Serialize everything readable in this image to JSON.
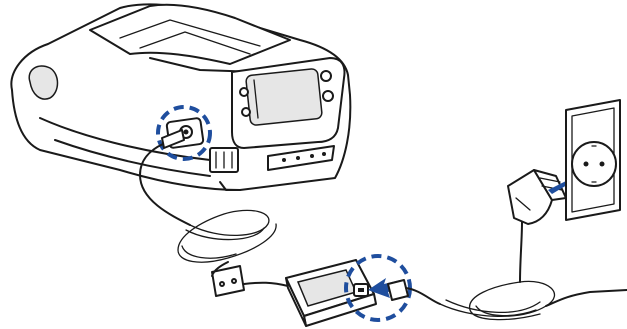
{
  "figure": {
    "description": "",
    "accent_color": "#1f4e9e",
    "icons": [
      "printer",
      "power-port-highlight",
      "ac-adapter",
      "adapter-port-highlight",
      "wall-outlet",
      "plug-in-arrow"
    ]
  }
}
